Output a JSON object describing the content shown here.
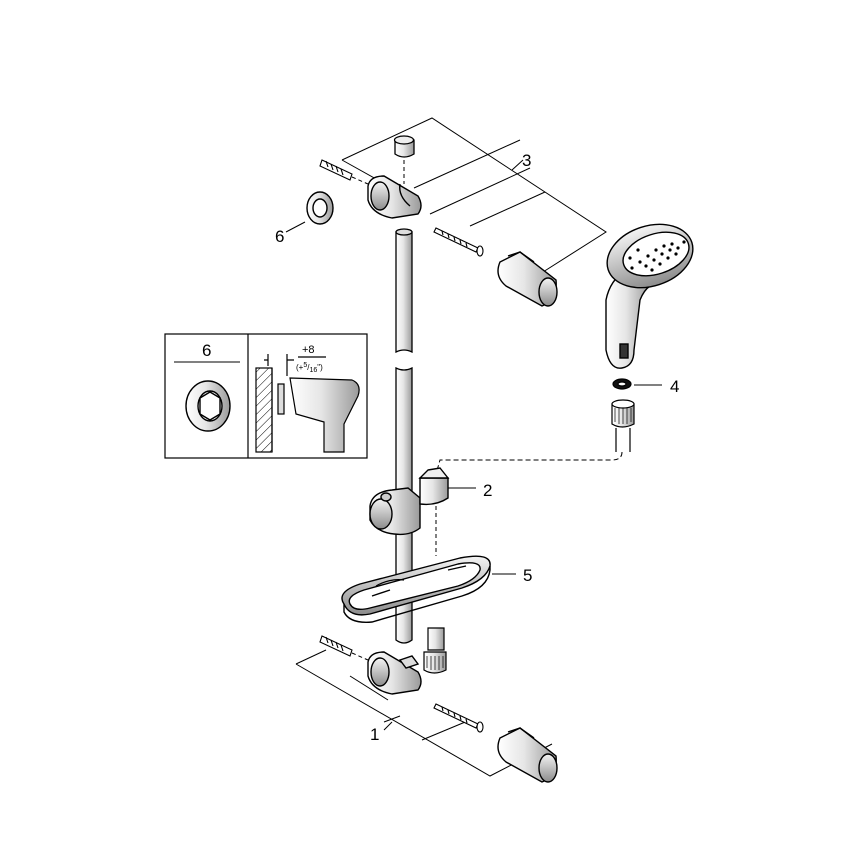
{
  "callouts": {
    "set_bottom": "1",
    "slider": "2",
    "set_top": "3",
    "washer": "4",
    "tray": "5",
    "ring": "6"
  },
  "detail": {
    "ring_label": "6",
    "dim_main": "+8",
    "dim_sub_open": "(+",
    "dim_sub_num": "5",
    "dim_sub_den": "16",
    "dim_sub_close": "\")"
  }
}
